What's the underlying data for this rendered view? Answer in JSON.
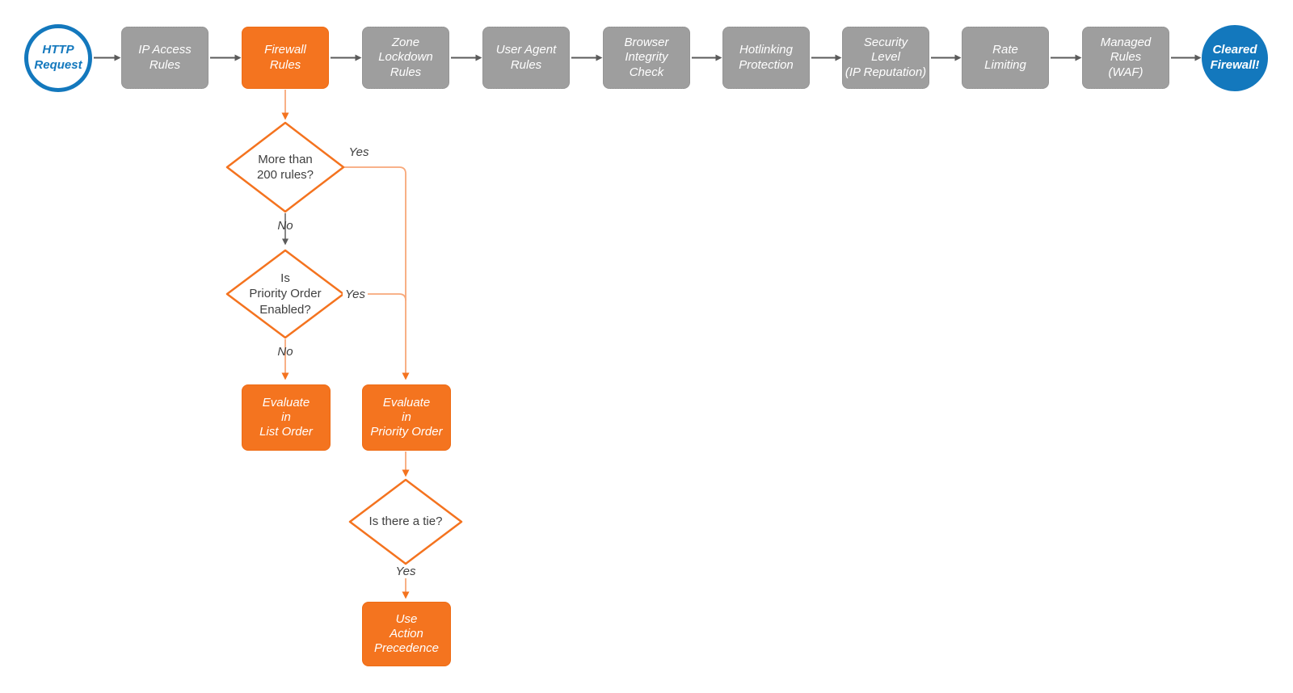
{
  "colors": {
    "orange_fill": "#F4741F",
    "gray_fill": "#9E9E9E",
    "blue": "#1378BD",
    "arrow_gray": "#5B5B5B",
    "connector_orange_line": "#F8A879",
    "connector_orange_head": "#F4731F",
    "text_dark": "#3F3F3F"
  },
  "pipeline": {
    "start": {
      "label": "HTTP\nRequest"
    },
    "steps": [
      {
        "label": "IP Access\nRules",
        "variant": "gray"
      },
      {
        "label": "Firewall\nRules",
        "variant": "orange"
      },
      {
        "label": "Zone\nLockdown\nRules",
        "variant": "gray"
      },
      {
        "label": "User Agent\nRules",
        "variant": "gray"
      },
      {
        "label": "Browser\nIntegrity\nCheck",
        "variant": "gray"
      },
      {
        "label": "Hotlinking\nProtection",
        "variant": "gray"
      },
      {
        "label": "Security\nLevel\n(IP Reputation)",
        "variant": "gray"
      },
      {
        "label": "Rate\nLimiting",
        "variant": "gray"
      },
      {
        "label": "Managed\nRules\n(WAF)",
        "variant": "gray"
      }
    ],
    "end": {
      "label": "Cleared\nFirewall!"
    }
  },
  "subflow": {
    "decision_1": {
      "label": "More than\n200 rules?",
      "yes": "Yes",
      "no": "No"
    },
    "decision_2": {
      "label": "Is\nPriority Order\nEnabled?",
      "yes": "Yes",
      "no": "No"
    },
    "decision_3": {
      "label": "Is there a tie?",
      "yes": "Yes"
    },
    "action_list_order": {
      "label": "Evaluate\nin\nList Order"
    },
    "action_priority_order": {
      "label": "Evaluate\nin\nPriority Order"
    },
    "action_precedence": {
      "label": "Use\nAction\nPrecedence"
    }
  }
}
